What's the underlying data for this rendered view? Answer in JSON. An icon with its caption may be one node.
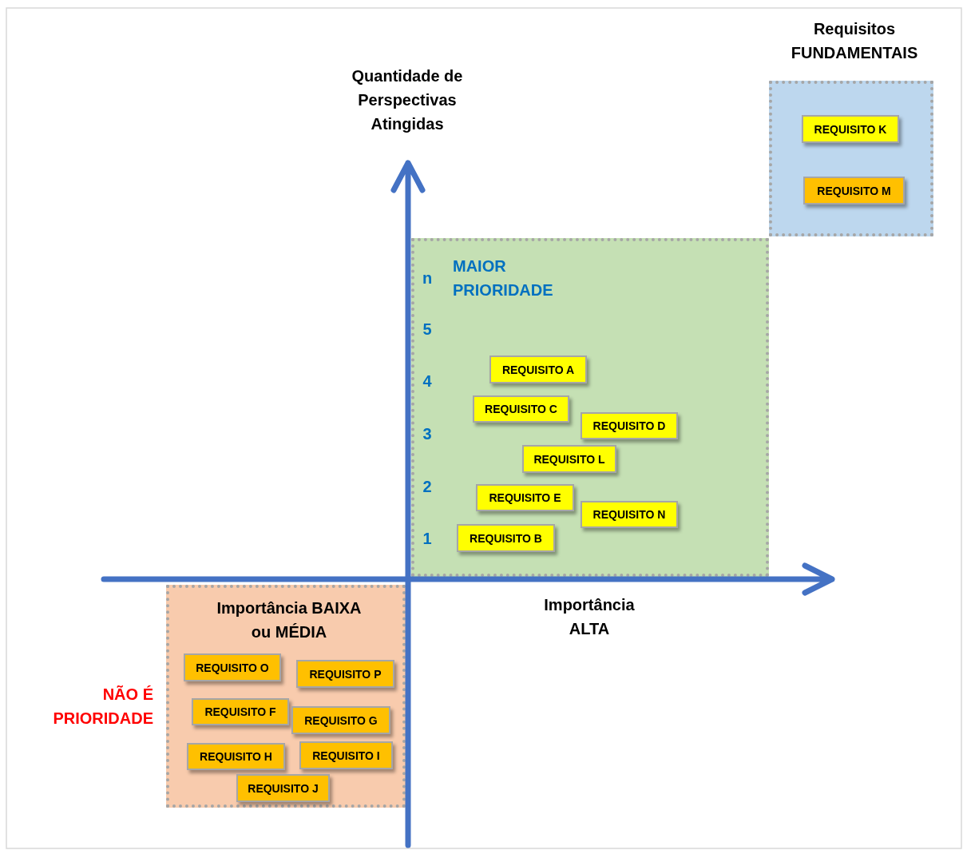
{
  "diagram": {
    "nodes": [
      {
        "text": [
          "Requisitos FUNDAMENTAIS"
        ]
      },
      {
        "text": [
          "REQUISITO K"
        ],
        "in": 0
      },
      {
        "text": [
          "REQUISITO M"
        ],
        "in": 0
      },
      {
        "text": [
          "MAIOR PRIORIDADE"
        ]
      },
      {
        "text": [
          "REQUISITO A"
        ],
        "in": 3
      },
      {
        "text": [
          "REQUISITO C"
        ],
        "in": 3
      },
      {
        "text": [
          "REQUISITO D"
        ],
        "in": 3
      },
      {
        "text": [
          "REQUISITO L"
        ],
        "in": 3
      },
      {
        "text": [
          "REQUISITO E"
        ],
        "in": 3
      },
      {
        "text": [
          "REQUISITO N"
        ],
        "in": 3
      },
      {
        "text": [
          "REQUISITO B"
        ],
        "in": 3
      },
      {
        "text": [
          "Importância BAIXA ou MÉDIA"
        ],
        "beside": [
          "NÃO É PRIORIDADE"
        ]
      },
      {
        "text": [
          "REQUISITO O"
        ],
        "in": 11
      },
      {
        "text": [
          "REQUISITO P"
        ],
        "in": 11
      },
      {
        "text": [
          "REQUISITO F"
        ],
        "in": 11
      },
      {
        "text": [
          "REQUISITO G"
        ],
        "in": 11
      },
      {
        "text": [
          "REQUISITO H"
        ],
        "in": 11
      },
      {
        "text": [
          "REQUISITO I"
        ],
        "in": 11
      },
      {
        "text": [
          "REQUISITO J"
        ],
        "in": 11
      }
    ],
    "edges": [],
    "labels": [
      "Quantidade de Perspectivas Atingidas",
      "n",
      "5",
      "4",
      "3",
      "2",
      "1",
      "Importância ALTA"
    ]
  }
}
